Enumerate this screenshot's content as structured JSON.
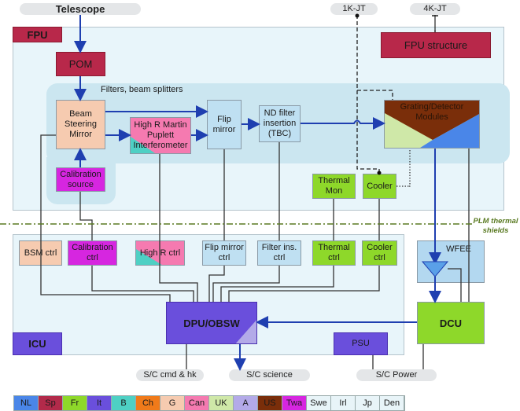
{
  "external": {
    "telescope": "Telescope",
    "jt_1k": "1K-JT",
    "jt_4k": "4K-JT",
    "sc_cmd_hk": "S/C cmd & hk",
    "sc_science": "S/C science",
    "sc_power": "S/C Power"
  },
  "fpu": {
    "label": "FPU",
    "pom": "POM",
    "fpu_structure": "FPU structure",
    "filters_label": "Filters, beam splitters",
    "beam_steering_mirror": "Beam Steering Mirror",
    "high_r": "High R Martin Puplett Interferometer",
    "flip_mirror": "Flip mirror",
    "nd_filter": "ND filter insertion (TBC)",
    "grating_detector": "Grating/Detector Modules",
    "calibration_source": "Calibration source",
    "thermal_mon": "Thermal Mon",
    "cooler": "Cooler"
  },
  "plm": {
    "thermal_shields": "PLM thermal shields"
  },
  "icu": {
    "label": "ICU",
    "bsm_ctrl": "BSM ctrl",
    "calibration_ctrl": "Calibration ctrl",
    "high_r_ctrl": "High R ctrl",
    "flip_mirror_ctrl": "Flip mirror ctrl",
    "filter_ins_ctrl": "Filter ins. ctrl",
    "thermal_ctrl": "Thermal ctrl",
    "cooler_ctrl": "Cooler ctrl",
    "dpu_obsw": "DPU/OBSW",
    "psu": "PSU"
  },
  "warm": {
    "wfee": "WFEE",
    "dcu": "DCU"
  },
  "colors": {
    "NL": "#4a86e8",
    "Sp": "#b22a4a",
    "Fr": "#8ed82a",
    "It": "#6a4fdc",
    "B": "#4ed0c4",
    "Ch": "#f07a1a",
    "G": "#f6cbb0",
    "Can": "#f57ab0",
    "UK": "#cfe8a8",
    "A": "#b3aae8",
    "US": "#7a2e0a",
    "Twa": "#d626e0",
    "other": "#e8f4f8"
  },
  "legend": [
    {
      "label": "NL",
      "color": "#4a86e8"
    },
    {
      "label": "Sp",
      "color": "#b22a4a"
    },
    {
      "label": "Fr",
      "color": "#8ed82a"
    },
    {
      "label": "It",
      "color": "#6a4fdc"
    },
    {
      "label": "B",
      "color": "#4ed0c4"
    },
    {
      "label": "Ch",
      "color": "#f07a1a"
    },
    {
      "label": "G",
      "color": "#f6cbb0"
    },
    {
      "label": "Can",
      "color": "#f57ab0"
    },
    {
      "label": "UK",
      "color": "#cfe8a8"
    },
    {
      "label": "A",
      "color": "#b3aae8"
    },
    {
      "label": "US",
      "color": "#7a2e0a"
    },
    {
      "label": "Twa",
      "color": "#d626e0"
    },
    {
      "label": "Swe",
      "color": "#e8f4f8"
    },
    {
      "label": "Irl",
      "color": "#e8f4f8"
    },
    {
      "label": "Jp",
      "color": "#e8f4f8"
    },
    {
      "label": "Den",
      "color": "#e8f4f8"
    }
  ]
}
